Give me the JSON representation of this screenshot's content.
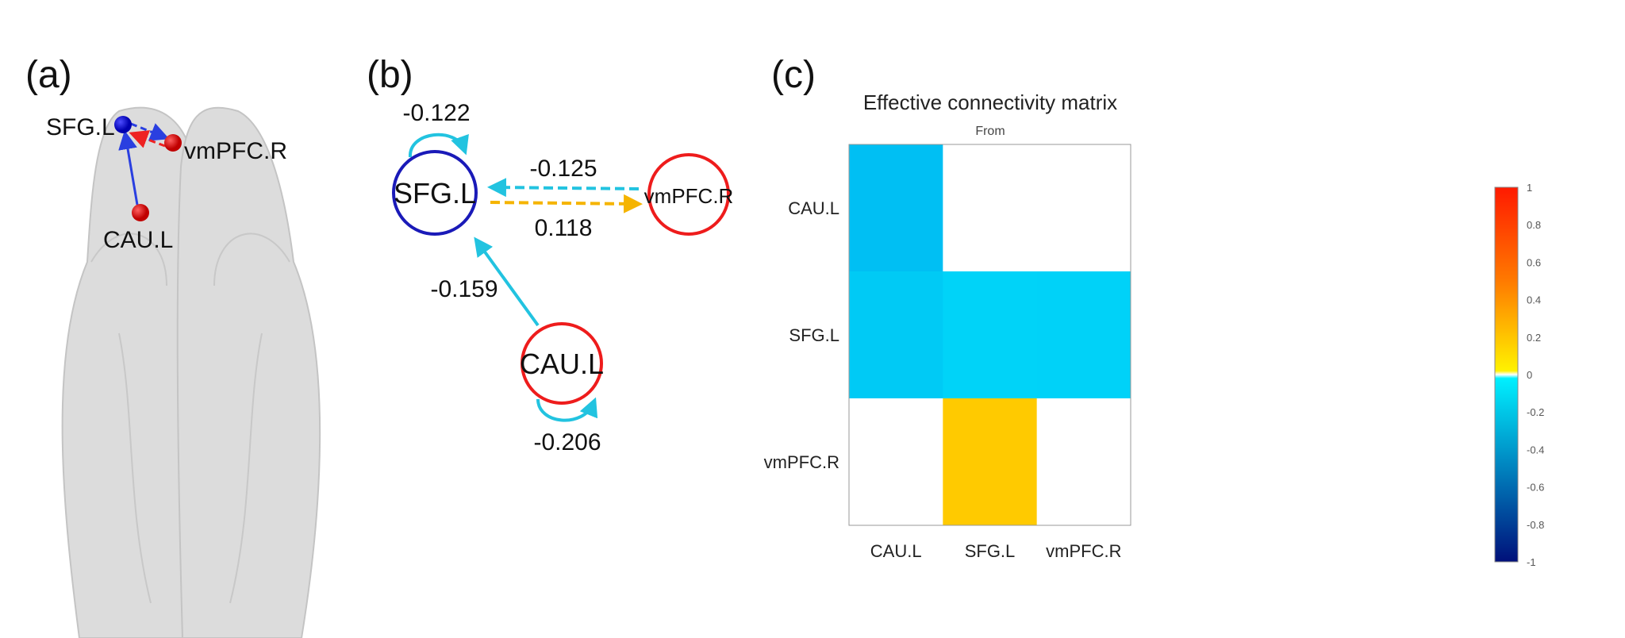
{
  "panels": {
    "a": {
      "label": "(a)",
      "nodes": {
        "sfg": "SFG.L",
        "vmpfc": "vmPFC.R",
        "cau": "CAU.L"
      }
    },
    "b": {
      "label": "(b)",
      "nodes": {
        "sfg": "SFG.L",
        "vmpfc": "vmPFC.R",
        "cau": "CAU.L"
      },
      "edges": {
        "sfg_self": "-0.122",
        "vmpfc_to_sfg": "-0.125",
        "sfg_to_vmpfc": "0.118",
        "cau_to_sfg": "-0.159",
        "cau_self": "-0.206"
      }
    },
    "c": {
      "label": "(c)"
    }
  },
  "colors": {
    "negative": "#22c3e0",
    "positive": "#f5b400",
    "blue_node": "#1a1ab8",
    "red_node": "#ee1c1c"
  },
  "chart_data": {
    "type": "heatmap",
    "title": "Effective connectivity matrix",
    "xlabel": "From",
    "x_categories": [
      "CAU.L",
      "SFG.L",
      "vmPFC.R"
    ],
    "y_categories": [
      "CAU.L",
      "SFG.L",
      "vmPFC.R"
    ],
    "values": [
      [
        -0.206,
        0,
        0
      ],
      [
        -0.159,
        -0.122,
        -0.125
      ],
      [
        0,
        0.118,
        0
      ]
    ],
    "colorbar": {
      "range": [
        -1,
        1
      ],
      "ticks": [
        "1",
        "0.8",
        "0.6",
        "0.4",
        "0.2",
        "0",
        "-0.2",
        "-0.4",
        "-0.6",
        "-0.8",
        "-1"
      ]
    }
  }
}
